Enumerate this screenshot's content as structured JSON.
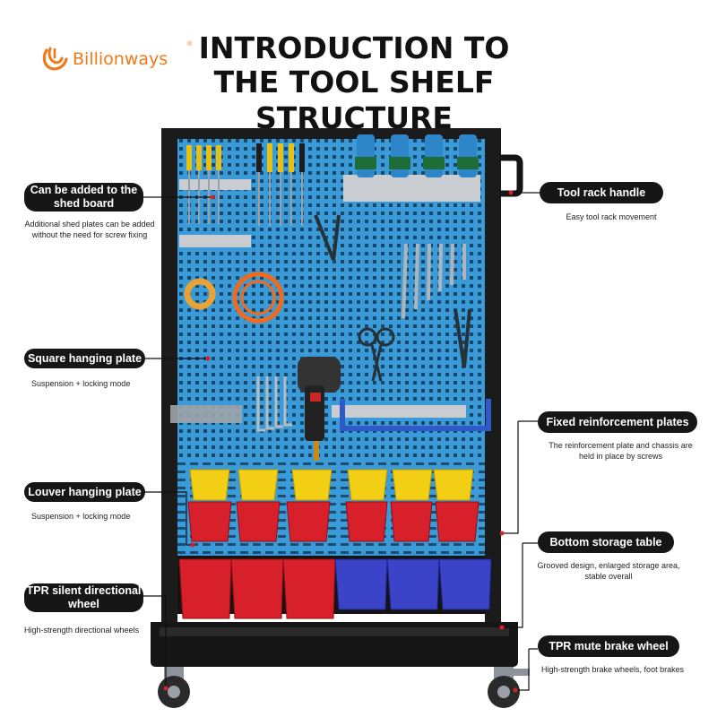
{
  "brand": {
    "name": "Billionways",
    "reg": "®"
  },
  "title": {
    "line1": "INTRODUCTION TO",
    "line2": "THE TOOL SHELF STRUCTURE"
  },
  "labels": {
    "shed_board": {
      "title": "Can be added to the shed board",
      "desc": "Additional shed plates can be added without the need for screw fixing"
    },
    "handle": {
      "title": "Tool rack handle",
      "desc": "Easy tool rack movement"
    },
    "square_plate": {
      "title": "Square hanging plate",
      "desc": "Suspension + locking mode"
    },
    "reinforcement": {
      "title": "Fixed reinforcement plates",
      "desc": "The reinforcement plate and chassis are held in place by screws"
    },
    "louver_plate": {
      "title": "Louver hanging plate",
      "desc": "Suspension + locking mode"
    },
    "bottom_table": {
      "title": "Bottom storage table",
      "desc": "Grooved design, enlarged storage area, stable overall"
    },
    "tpr_directional": {
      "title": "TPR silent directional wheel",
      "desc": "High-strength directional wheels"
    },
    "tpr_brake": {
      "title": "TPR mute brake wheel",
      "desc": "High-strength brake wheels, foot brakes"
    }
  },
  "colors": {
    "frame": "#1b1b1b",
    "panel": "#3a9bd8",
    "bin_yellow": "#f2cf15",
    "bin_red": "#d8202a",
    "bin_blue": "#3b44c8",
    "brand": "#f07a1a"
  }
}
